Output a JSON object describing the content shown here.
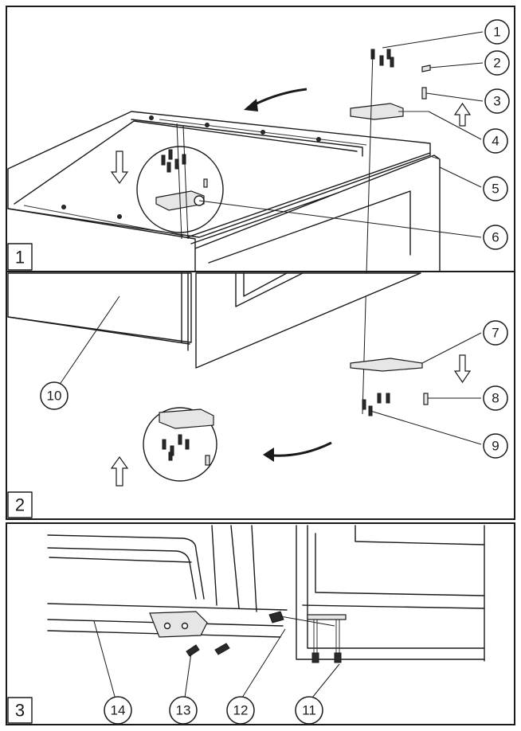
{
  "panels": [
    {
      "id": "1",
      "label": "1"
    },
    {
      "id": "2",
      "label": "2"
    },
    {
      "id": "3",
      "label": "3"
    }
  ],
  "callouts": [
    {
      "id": "c1",
      "label": "1"
    },
    {
      "id": "c2",
      "label": "2"
    },
    {
      "id": "c3",
      "label": "3"
    },
    {
      "id": "c4",
      "label": "4"
    },
    {
      "id": "c5",
      "label": "5"
    },
    {
      "id": "c6",
      "label": "6"
    },
    {
      "id": "c7",
      "label": "7"
    },
    {
      "id": "c8",
      "label": "8"
    },
    {
      "id": "c9",
      "label": "9"
    },
    {
      "id": "c10",
      "label": "10"
    },
    {
      "id": "c11",
      "label": "11"
    },
    {
      "id": "c12",
      "label": "12"
    },
    {
      "id": "c13",
      "label": "13"
    },
    {
      "id": "c14",
      "label": "14"
    }
  ]
}
